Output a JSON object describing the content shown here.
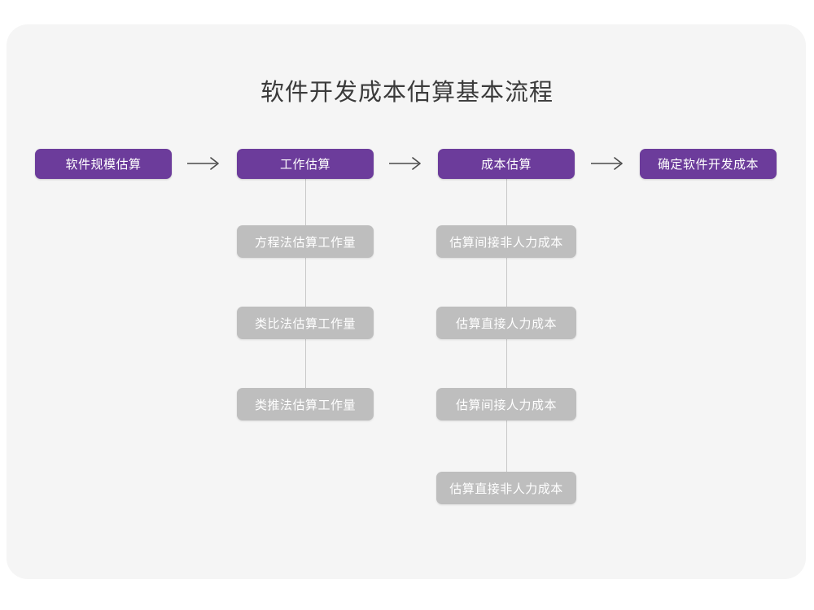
{
  "diagram": {
    "title": "软件开发成本估算基本流程",
    "colors": {
      "canvas": "#ffffff",
      "card": "#f5f5f5",
      "primary": "#6c3c9b",
      "secondary": "#bebebe",
      "title_text": "#3b3b3b",
      "connector": "#c9c9c9",
      "arrow": "#4a4a4a"
    },
    "steps": [
      {
        "label": "软件规模估算",
        "children": []
      },
      {
        "label": "工作估算",
        "children": [
          {
            "label": "方程法估算工作量"
          },
          {
            "label": "类比法估算工作量"
          },
          {
            "label": "类推法估算工作量"
          }
        ]
      },
      {
        "label": "成本估算",
        "children": [
          {
            "label": "估算间接非人力成本"
          },
          {
            "label": "估算直接人力成本"
          },
          {
            "label": "估算间接人力成本"
          },
          {
            "label": "估算直接非人力成本"
          }
        ]
      },
      {
        "label": "确定软件开发成本",
        "children": []
      }
    ],
    "connectors": [
      {
        "from": "软件规模估算",
        "to": "工作估算",
        "kind": "arrow"
      },
      {
        "from": "工作估算",
        "to": "成本估算",
        "kind": "arrow"
      },
      {
        "from": "成本估算",
        "to": "确定软件开发成本",
        "kind": "arrow"
      }
    ]
  }
}
